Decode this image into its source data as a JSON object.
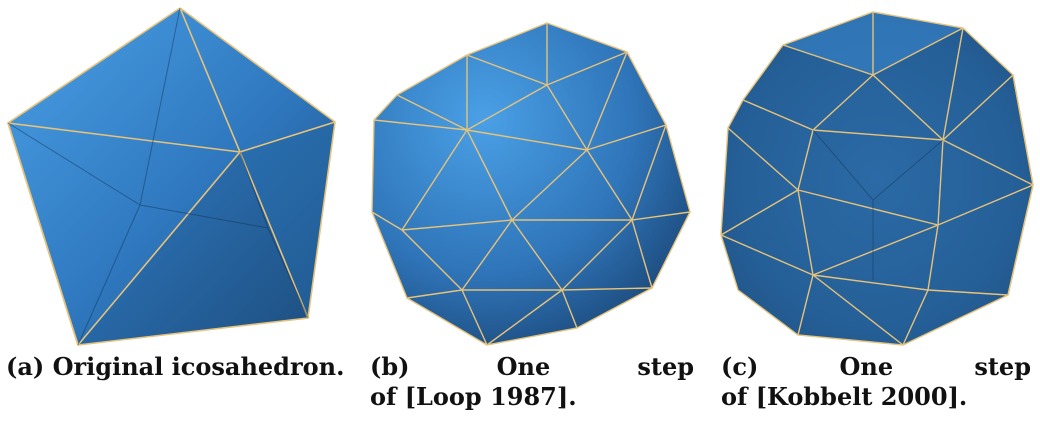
{
  "panels": [
    {
      "label": "(a)",
      "caption": "Original icosahedron.",
      "colors": {
        "face_light": "#3d8fd8",
        "face_dark": "#1d4d7d",
        "edge": "#e6c27a"
      }
    },
    {
      "label": "(b)",
      "caption_word1": "One",
      "caption_word2": "step",
      "caption_line2": "of [Loop 1987].",
      "colors": {
        "face_light": "#3d8fd8",
        "face_dark": "#1d4d7d",
        "edge": "#e6c27a"
      }
    },
    {
      "label": "(c)",
      "caption_word1": "One",
      "caption_word2": "step",
      "caption_line2": "of [Kobbelt 2000].",
      "colors": {
        "face_light": "#3d8fd8",
        "face_dark": "#1d4d7d",
        "edge": "#e6c27a"
      }
    }
  ]
}
